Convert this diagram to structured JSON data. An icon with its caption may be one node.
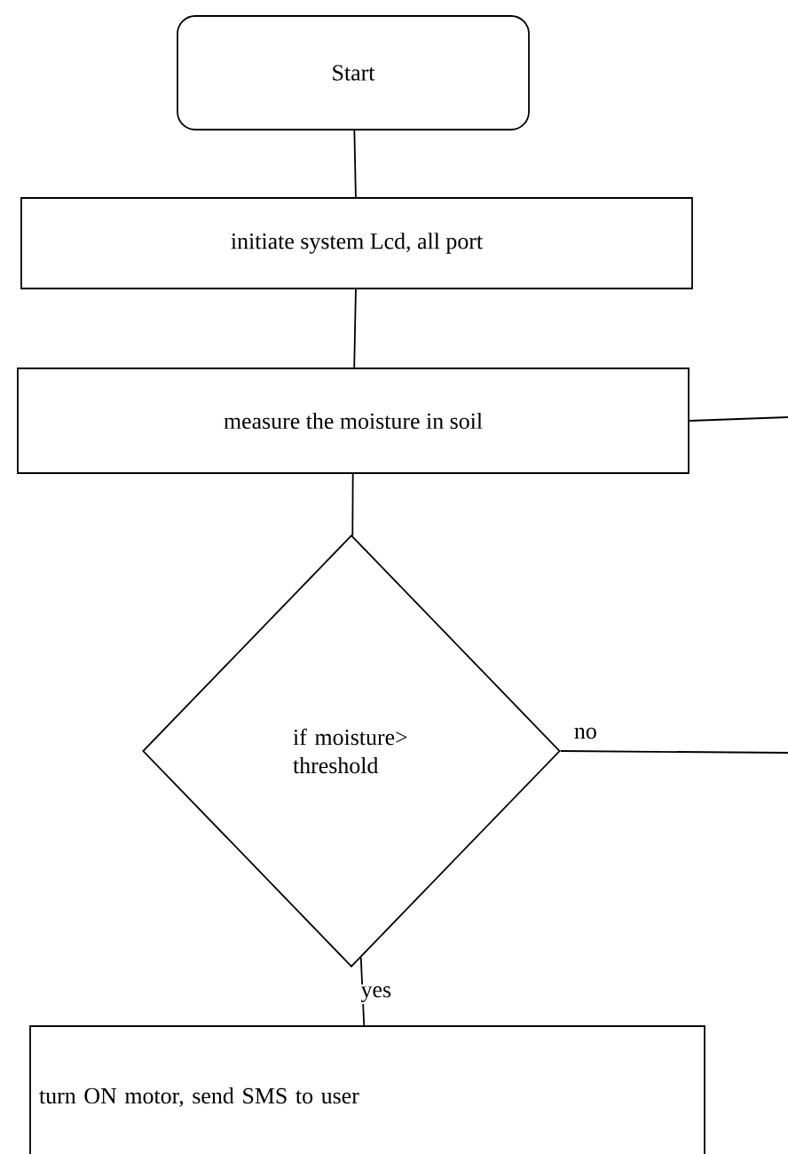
{
  "diagram": {
    "nodes": [
      {
        "text": [
          "Start"
        ]
      },
      {
        "text": [
          "initiate system Lcd, all port"
        ]
      },
      {
        "text": [
          "measure the moisture in soil"
        ]
      },
      {
        "text": [
          "if moisture> threshold"
        ]
      },
      {
        "text": [
          "turn ON motor, send SMS to user"
        ]
      }
    ],
    "edges": [
      {
        "from": 0,
        "to": 1,
        "arrow": "none"
      },
      {
        "from": 1,
        "to": 2,
        "arrow": "none"
      },
      {
        "from": 2,
        "to": 3,
        "arrow": "none"
      },
      {
        "from": 3,
        "to": 4,
        "arrow": "none",
        "label": "yes"
      },
      {
        "from": 2,
        "to": null,
        "arrow": "none"
      },
      {
        "from": 3,
        "to": null,
        "arrow": "none",
        "label": "no"
      }
    ]
  }
}
